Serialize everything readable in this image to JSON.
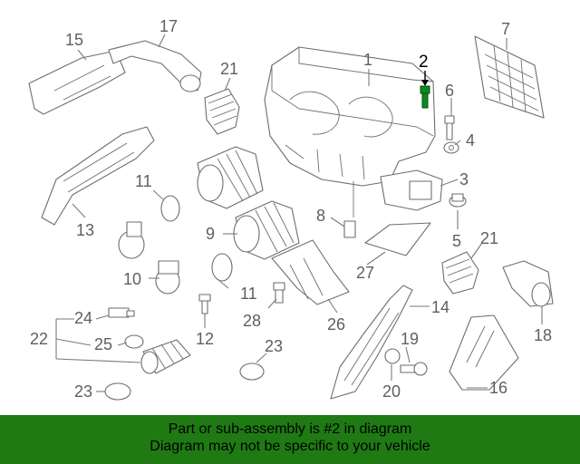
{
  "callouts": {
    "c1": "1",
    "c2": "2",
    "c3": "3",
    "c4": "4",
    "c5": "5",
    "c6": "6",
    "c7": "7",
    "c8": "8",
    "c9": "9",
    "c10": "10",
    "c11a": "11",
    "c11b": "11",
    "c12": "12",
    "c13": "13",
    "c14": "14",
    "c15": "15",
    "c16": "16",
    "c17": "17",
    "c18": "18",
    "c19": "19",
    "c20": "20",
    "c21a": "21",
    "c21b": "21",
    "c22": "22",
    "c23a": "23",
    "c23b": "23",
    "c24": "24",
    "c25": "25",
    "c26": "26",
    "c27": "27",
    "c28": "28"
  },
  "banner": {
    "line1": "Part or sub-assembly is #2 in diagram",
    "line2": "Diagram may not be specific to your vehicle"
  },
  "colors": {
    "banner_background": "#1f7a14",
    "highlight_part": "#0b8a1e",
    "line_art": "#6e6e6e"
  }
}
